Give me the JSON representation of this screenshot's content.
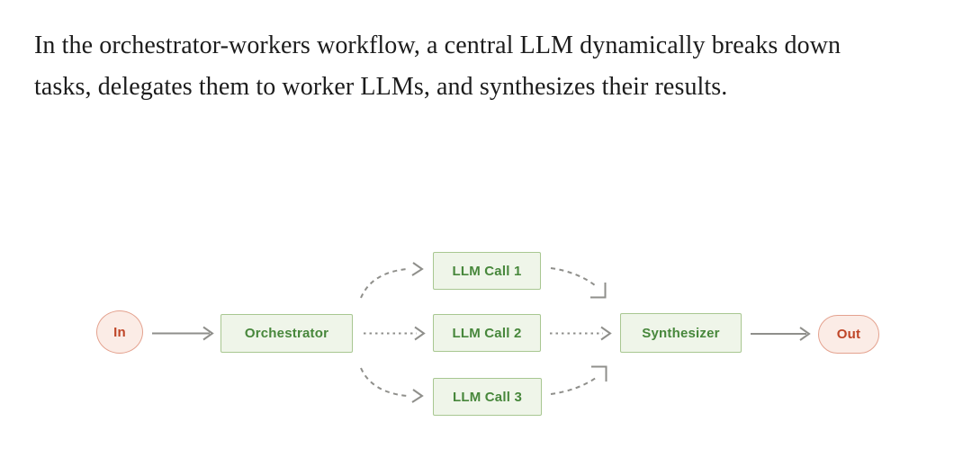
{
  "intro": {
    "line1": "In the orchestrator-workers workflow, a central LLM dynamically breaks down",
    "line2": "tasks, delegates them to worker LLMs, and synthesizes their results."
  },
  "diagram": {
    "nodes": {
      "input": "In",
      "orchestrator": "Orchestrator",
      "llm_call_1": "LLM Call 1",
      "llm_call_2": "LLM Call 2",
      "llm_call_3": "LLM Call 3",
      "synthesizer": "Synthesizer",
      "output": "Out"
    },
    "colors": {
      "box_fill": "#eff5e9",
      "box_border": "#a8c791",
      "box_text": "#47873b",
      "terminal_fill": "#fbece6",
      "terminal_border": "#e4a28f",
      "terminal_text": "#bf4527",
      "arrow": "#8f8f8b"
    }
  }
}
